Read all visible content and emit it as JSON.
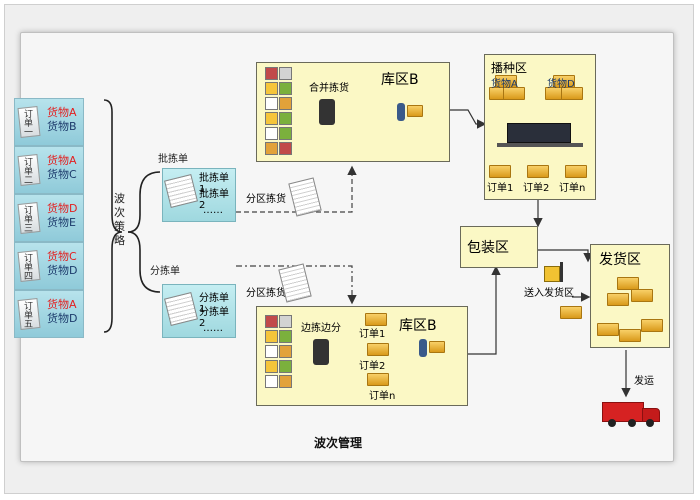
{
  "title": "波次管理",
  "wave_strategy": "波次策略",
  "orders": [
    {
      "label": "订单一",
      "goods": [
        "货物A",
        "货物B"
      ]
    },
    {
      "label": "订单二",
      "goods": [
        "货物A",
        "货物C"
      ]
    },
    {
      "label": "订单三",
      "goods": [
        "货物D",
        "货物E"
      ]
    },
    {
      "label": "订单四",
      "goods": [
        "货物C",
        "货物D"
      ]
    },
    {
      "label": "订单五",
      "goods": [
        "货物A",
        "货物D"
      ]
    }
  ],
  "batch_list": {
    "name": "批拣单",
    "items": [
      "批拣单1",
      "批拣单2",
      "……"
    ]
  },
  "split_list": {
    "name": "分拣单",
    "items": [
      "分拣单1",
      "分拣单2",
      "……"
    ]
  },
  "zone_pick_label_top": "分区拣货",
  "zone_pick_label_bottom": "分区拣货",
  "zone_top": {
    "title": "库区B",
    "combine_label": "合并拣货"
  },
  "zone_bottom": {
    "title": "库区B",
    "side_label": "边拣边分",
    "orders": [
      "订单1",
      "订单2",
      "订单n"
    ]
  },
  "sorting_zone": {
    "title": "播种区",
    "goods": [
      "货物A",
      "货物D"
    ],
    "orders": [
      "订单1",
      "订单2",
      "订单n"
    ]
  },
  "packing_zone": {
    "title": "包装区"
  },
  "shipping_zone": {
    "title": "发货区",
    "send_label": "送入发货区"
  },
  "ship_label": "发运",
  "colors": {
    "red_text": "#e32020",
    "dark_text": "#1c3a6b",
    "zone_fill": "#fbf8c5",
    "list_fill": "#9fd8df"
  }
}
